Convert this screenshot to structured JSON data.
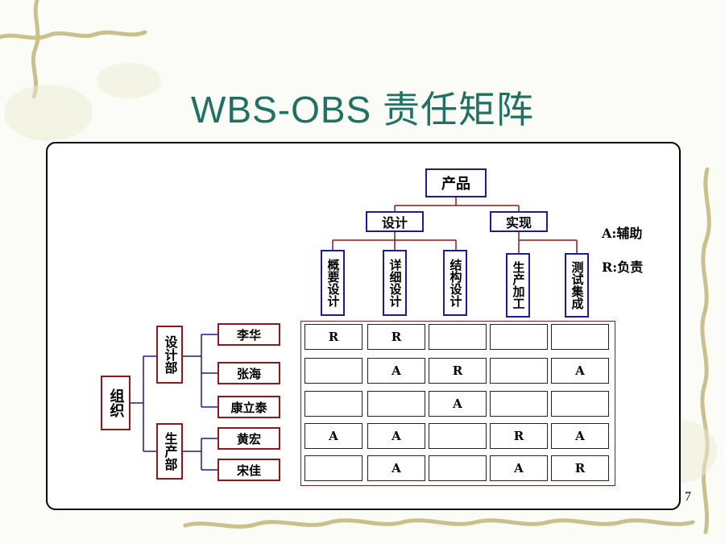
{
  "title": "WBS-OBS 责任矩阵",
  "page_number": "7",
  "wbs": {
    "root": "产品",
    "level1": [
      "设计",
      "实现"
    ],
    "level2": [
      "概要设计",
      "详细设计",
      "结构设计",
      "生产加工",
      "测试集成"
    ]
  },
  "obs": {
    "root": "组织",
    "departments": [
      "设计部",
      "生产部"
    ],
    "people": [
      "李华",
      "张海",
      "康立泰",
      "黄宏",
      "宋佳"
    ]
  },
  "legend": {
    "assist": "A:辅助",
    "responsible": "R:负责"
  },
  "matrix": [
    [
      "R",
      "R",
      "",
      "",
      ""
    ],
    [
      "",
      "A",
      "R",
      "",
      "A"
    ],
    [
      "",
      "",
      "A",
      "",
      ""
    ],
    [
      "A",
      "A",
      "",
      "R",
      "A"
    ],
    [
      "",
      "A",
      "",
      "A",
      "R"
    ]
  ]
}
